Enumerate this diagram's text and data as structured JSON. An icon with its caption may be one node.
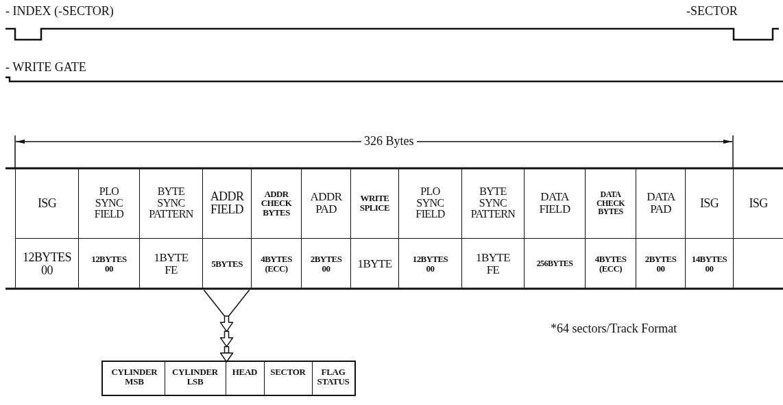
{
  "diagram": {
    "nodes": [
      {
        "text": [
          "ISG",
          "12BYTES 00"
        ]
      },
      {
        "text": [
          "PLO SYNC FIELD",
          "12BYTES 00"
        ]
      },
      {
        "text": [
          "BYTE SYNC PATTERN",
          "1BYTE FE"
        ]
      },
      {
        "text": [
          "ADDR FIELD",
          "5BYTES"
        ]
      },
      {
        "text": [
          "ADDR CHECK BYTES",
          "4BYTES (ECC)"
        ]
      },
      {
        "text": [
          "ADDR PAD",
          "2BYTES 00"
        ]
      },
      {
        "text": [
          "WRITE SPLICE",
          "1BYTE"
        ]
      },
      {
        "text": [
          "PLO SYNC FIELD",
          "12BYTES 00"
        ]
      },
      {
        "text": [
          "BYTE SYNC PATTERN",
          "1BYTE FE"
        ]
      },
      {
        "text": [
          "DATA FIELD",
          "256BYTES"
        ]
      },
      {
        "text": [
          "DATA CHECK BYTES",
          "4BYTES (ECC)"
        ]
      },
      {
        "text": [
          "DATA PAD",
          "2BYTES 00"
        ]
      },
      {
        "text": [
          "ISG",
          "14BYTES 00"
        ]
      },
      {
        "text": [
          "ISG"
        ]
      },
      {
        "text": [],
        "shape": "box"
      },
      {
        "text": [
          "CYLINDER MSB"
        ],
        "in": 14
      },
      {
        "text": [
          "CYLINDER LSB"
        ],
        "in": 14
      },
      {
        "text": [
          "HEAD"
        ],
        "in": 14
      },
      {
        "text": [
          "SECTOR"
        ],
        "in": 14
      },
      {
        "text": [
          "FLAG STATUS"
        ],
        "in": 14
      }
    ],
    "edges": [
      {
        "from": 3,
        "to": 14,
        "arrow": "to"
      }
    ],
    "labels": [
      "- INDEX (-SECTOR)",
      "-SECTOR",
      "- WRITE GATE",
      "326 Bytes",
      "*64 sectors/Track Format"
    ]
  }
}
